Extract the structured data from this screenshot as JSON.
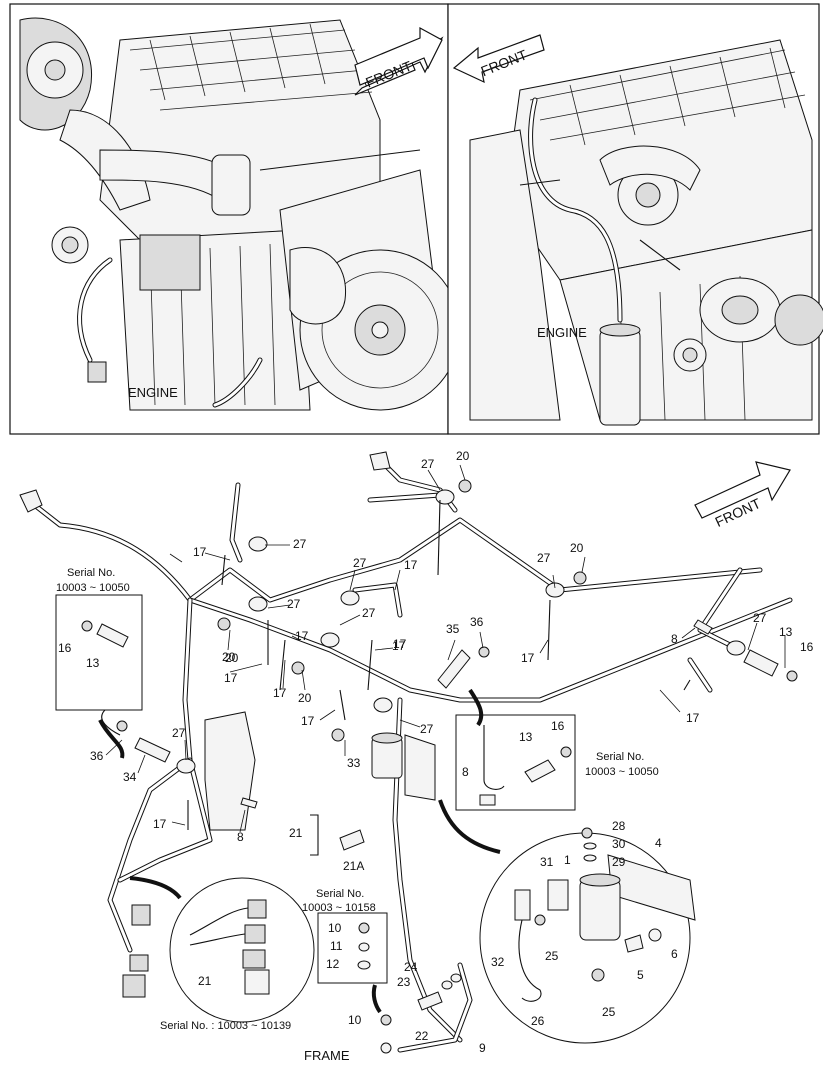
{
  "panel_left": {
    "arrow_label": "FRONT",
    "engine_label": "ENGINE"
  },
  "panel_right": {
    "arrow_label": "FRONT",
    "engine_label": "ENGINE"
  },
  "main_arrow_label": "FRONT",
  "frame_label": "FRAME",
  "serial_boxes": {
    "box_a": "Serial No.",
    "box_a_range": "10003 ~ 10050",
    "box_b": "Serial No.",
    "box_b_range": "10003 ~ 10050",
    "box_c": "Serial No.",
    "box_c_range": "10003 ~ 10158",
    "detail_bottom": "Serial No. : 10003 ~ 10139"
  },
  "part_numbers": {
    "p27a": "27",
    "p20a": "20",
    "p17a": "17",
    "p27b": "27",
    "p27c": "27",
    "p27d": "27",
    "p17b": "17",
    "p20b": "20",
    "p27e": "27",
    "p20c": "20",
    "p17c": "17",
    "p20d": "20",
    "p17d": "17",
    "p17e": "17",
    "p20e": "20",
    "p27f": "27",
    "p35": "35",
    "p36a": "36",
    "p8a": "8",
    "p27g": "27",
    "p13a": "13",
    "p16a": "16",
    "p17f": "17",
    "p17g": "17",
    "p17h": "17",
    "p33": "33",
    "p27h": "27",
    "p16b": "16",
    "p13b": "13",
    "p36b": "36",
    "p34": "34",
    "p27i": "27",
    "p17i": "17",
    "p8b": "8",
    "p21": "21",
    "p21A": "21A",
    "p13c": "13",
    "p16c": "16",
    "p8c": "8",
    "p28": "28",
    "p4": "4",
    "p30": "30",
    "p31": "31",
    "p1": "1",
    "p29": "29",
    "p25a": "25",
    "p6": "6",
    "p5": "5",
    "p32": "32",
    "p25b": "25",
    "p26": "26",
    "p10a": "10",
    "p11": "11",
    "p12": "12",
    "p24": "24",
    "p23": "23",
    "p10b": "10",
    "p22": "22",
    "p9": "9",
    "p21b": "21",
    "p17j": "17",
    "p17k": "17"
  }
}
